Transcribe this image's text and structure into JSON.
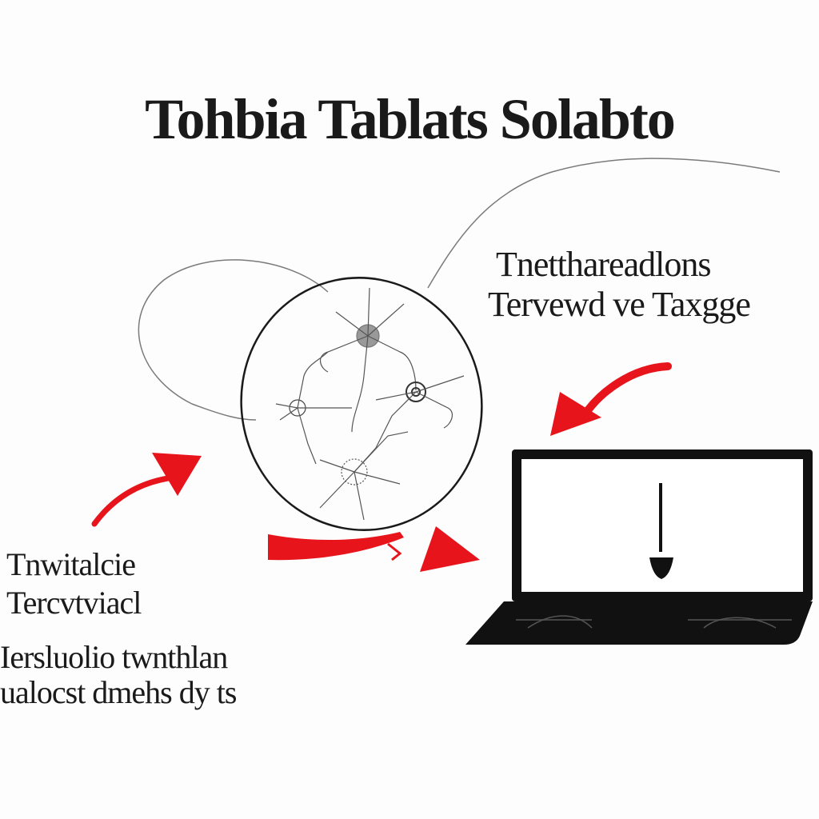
{
  "title": "Tohbia Tablats Solabto",
  "right_label": {
    "line1": "Tnetthareadlons",
    "line2": "Tervewd ve Taxgge"
  },
  "left_label": {
    "line1": "Tnwitalcie",
    "line2": "Tercvtviacl",
    "line3": "Iersluolio twnthlan",
    "line4": "ualocst dmehs dy ts"
  },
  "colors": {
    "arrow": "#e8141c",
    "ink": "#1a1a1a",
    "laptop_body": "#111111"
  },
  "icons": [
    "neural-web-icon",
    "laptop-icon",
    "down-arrow-icon"
  ]
}
